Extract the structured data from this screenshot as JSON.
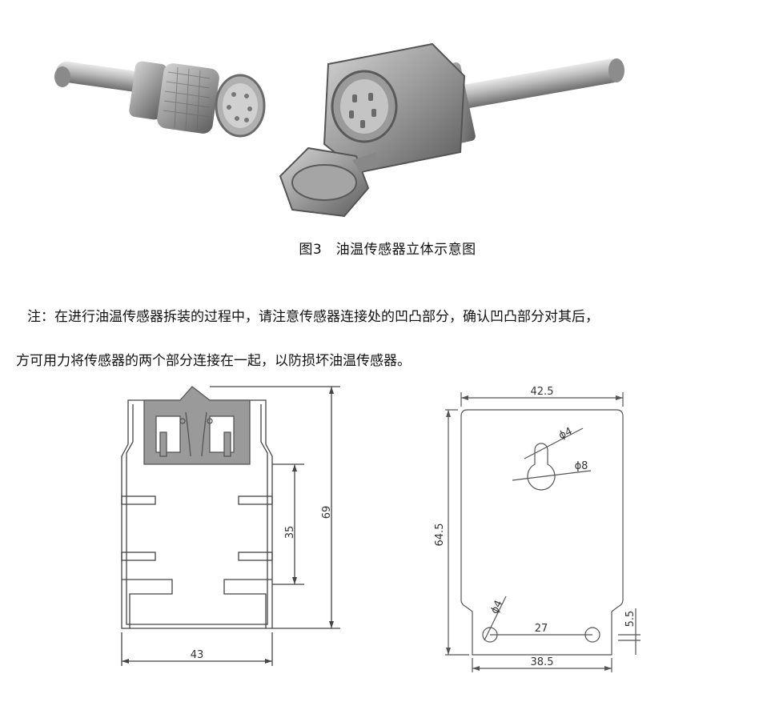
{
  "figure": {
    "caption": "图3　油温传感器立体示意图"
  },
  "note": {
    "line1": "注：在进行油温传感器拆装的过程中，请注意传感器连接处的凹凸部分，确认凹凸部分对其后，",
    "line2": "方可用力将传感器的两个部分连接在一起，以防损坏油温传感器。"
  },
  "drawing_left": {
    "width_dim": "43",
    "height_dim": "69",
    "inner_dim": "35"
  },
  "drawing_right": {
    "top_width": "42.5",
    "height": "64.5",
    "hole_small": "ϕ4",
    "hole_large": "ϕ8",
    "bottom_hole": "ϕ4",
    "spacing": "27",
    "bottom_width": "38.5",
    "edge": "5.5"
  }
}
